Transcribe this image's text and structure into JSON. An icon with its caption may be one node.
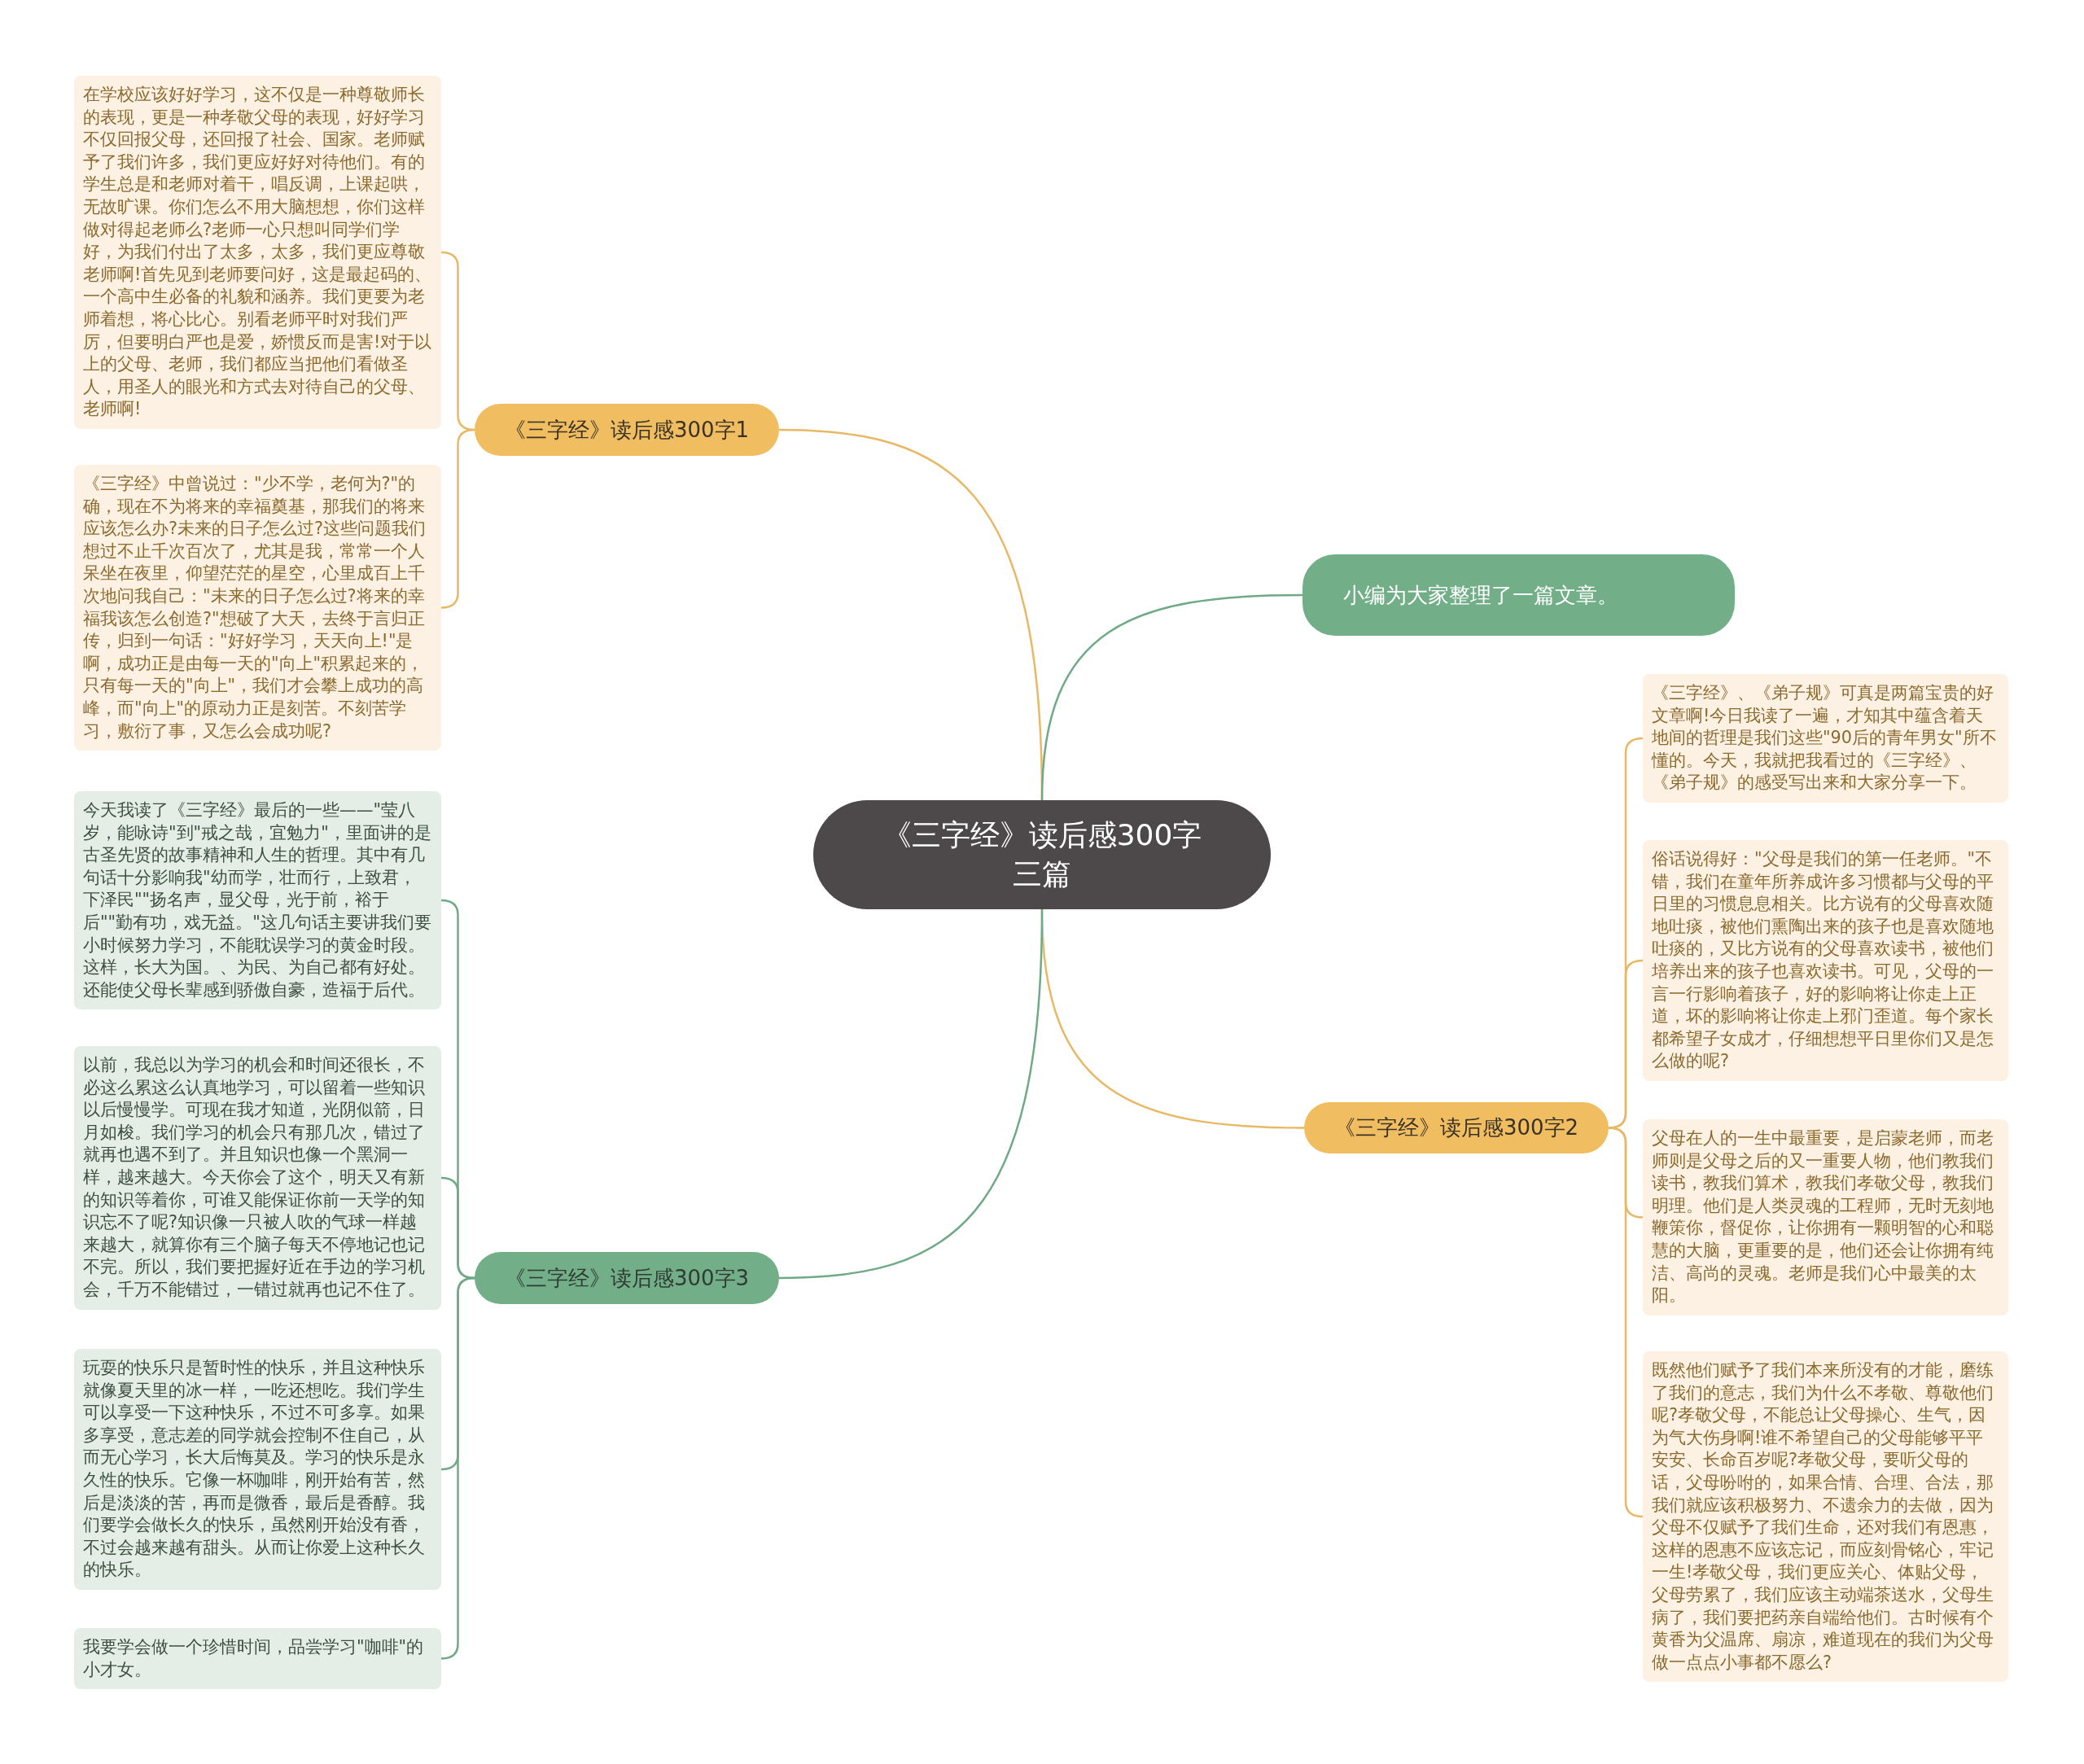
{
  "diagram": {
    "nodes": [
      {
        "text": [
          "《三字经》读后感300字三篇"
        ]
      },
      {
        "text": [
          "《三字经》读后感300字1"
        ]
      },
      {
        "text": [
          "小编为大家整理了一篇文章。"
        ]
      },
      {
        "text": [
          "《三字经》读后感300字2"
        ]
      },
      {
        "text": [
          "《三字经》读后感300字3"
        ]
      },
      {
        "text": [
          "在学校应该好好学习，这不仅是一种尊敬师长的表现，更是一种孝敬父母的表现，好好学习不仅回报父母，还回报了社会、国家。老师赋予了我们许多，我们更应好好对待他们。有的学生总是和老师对着干，唱反调，上课起哄，无故旷课。你们怎么不用大脑想想，你们这样做对得起老师么?老师一心只想叫同学们学好，为我们付出了太多，太多，我们更应尊敬老师啊!首先见到老师要问好，这是最起码的、一个高中生必备的礼貌和涵养。我们更要为老师着想，将心比心。别看老师平时对我们严厉，但要明白严也是爱，娇惯反而是害!对于以上的父母、老师，我们都应当把他们看做圣人，用圣人的眼光和方式去对待自己的父母、老师啊!"
        ]
      },
      {
        "text": [
          "《三字经》中曾说过：\"少不学，老何为?\"的确，现在不为将来的幸福奠基，那我们的将来应该怎么办?未来的日子怎么过?这些问题我们想过不止千次百次了，尤其是我，常常一个人呆坐在夜里，仰望茫茫的星空，心里成百上千次地问我自己：\"未来的日子怎么过?将来的幸福我该怎么创造?\"想破了大天，去终于言归正传，归到一句话：\"好好学习，天天向上!\"是啊，成功正是由每一天的\"向上\"积累起来的，只有每一天的\"向上\"，我们才会攀上成功的高峰，而\"向上\"的原动力正是刻苦。不刻苦学习，敷衍了事，又怎么会成功呢?"
        ]
      },
      {
        "text": [
          "今天我读了《三字经》最后的一些——\"莹八岁，能咏诗\"到\"戒之哉，宜勉力\"，里面讲的是古圣先贤的故事精神和人生的哲理。其中有几句话十分影响我\"幼而学，壮而行，上致君，下泽民\"\"扬名声，显父母，光于前，裕于后\"\"勤有功，戏无益。\"这几句话主要讲我们要小时候努力学习，不能耽误学习的黄金时段。这样，长大为国。、为民、为自己都有好处。还能使父母长辈感到骄傲自豪，造福于后代。"
        ]
      },
      {
        "text": [
          "以前，我总以为学习的机会和时间还很长，不必这么累这么认真地学习，可以留着一些知识以后慢慢学。可现在我才知道，光阴似箭，日月如梭。我们学习的机会只有那几次，错过了就再也遇不到了。并且知识也像一个黑洞一样，越来越大。今天你会了这个，明天又有新的知识等着你，可谁又能保证你前一天学的知识忘不了呢?知识像一只被人吹的气球一样越来越大，就算你有三个脑子每天不停地记也记不完。所以，我们要把握好近在手边的学习机会，千万不能错过，一错过就再也记不住了。"
        ]
      },
      {
        "text": [
          "玩耍的快乐只是暂时性的快乐，并且这种快乐就像夏天里的冰一样，一吃还想吃。我们学生可以享受一下这种快乐，不过不可多享。如果多享受，意志差的同学就会控制不住自己，从而无心学习，长大后悔莫及。学习的快乐是永久性的快乐。它像一杯咖啡，刚开始有苦，然后是淡淡的苦，再而是微香，最后是香醇。我们要学会做长久的快乐，虽然刚开始没有香，不过会越来越有甜头。从而让你爱上这种长久的快乐。"
        ]
      },
      {
        "text": [
          "我要学会做一个珍惜时间，品尝学习\"咖啡\"的小才女。"
        ]
      },
      {
        "text": [
          "《三字经》、《弟子规》可真是两篇宝贵的好文章啊!今日我读了一遍，才知其中蕴含着天地间的哲理是我们这些\"90后的青年男女\"所不懂的。今天，我就把我看过的《三字经》、《弟子规》的感受写出来和大家分享一下。"
        ]
      },
      {
        "text": [
          "俗话说得好：\"父母是我们的第一任老师。\"不错，我们在童年所养成许多习惯都与父母的平日里的习惯息息相关。比方说有的父母喜欢随地吐痰，被他们熏陶出来的孩子也是喜欢随地吐痰的，又比方说有的父母喜欢读书，被他们培养出来的孩子也喜欢读书。可见，父母的一言一行影响着孩子，好的影响将让你走上正道，坏的影响将让你走上邪门歪道。每个家长都希望子女成才，仔细想想平日里你们又是怎么做的呢?"
        ]
      },
      {
        "text": [
          "父母在人的一生中最重要，是启蒙老师，而老师则是父母之后的又一重要人物，他们教我们读书，教我们算术，教我们孝敬父母，教我们明理。他们是人类灵魂的工程师，无时无刻地鞭策你，督促你，让你拥有一颗明智的心和聪慧的大脑，更重要的是，他们还会让你拥有纯洁、高尚的灵魂。老师是我们心中最美的太阳。"
        ]
      },
      {
        "text": [
          "既然他们赋予了我们本来所没有的才能，磨练了我们的意志，我们为什么不孝敬、尊敬他们呢?孝敬父母，不能总让父母操心、生气，因为气大伤身啊!谁不希望自己的父母能够平平安安、长命百岁呢?孝敬父母，要听父母的话，父母吩咐的，如果合情、合理、合法，那我们就应该积极努力、不遗余力的去做，因为父母不仅赋予了我们生命，还对我们有恩惠，这样的恩惠不应该忘记，而应刻骨铭心，牢记一生!孝敬父母，我们更应关心、体贴父母，父母劳累了，我们应该主动端茶送水，父母生病了，我们要把药亲自端给他们。古时候有个黄香为父温席、扇凉，难道现在的我们为父母做一点点小事都不愿么?"
        ]
      }
    ],
    "edges": [
      {
        "from": 0,
        "to": 1,
        "arrow": "none"
      },
      {
        "from": 0,
        "to": 2,
        "arrow": "none",
        "color": "#6fa985"
      },
      {
        "from": 0,
        "to": 3,
        "arrow": "none"
      },
      {
        "from": 0,
        "to": 4,
        "arrow": "none",
        "color": "#6fa985"
      },
      {
        "from": 1,
        "to": 5,
        "arrow": "none"
      },
      {
        "from": 1,
        "to": 6,
        "arrow": "none"
      },
      {
        "from": 3,
        "to": 11,
        "arrow": "none"
      },
      {
        "from": 3,
        "to": 12,
        "arrow": "none"
      },
      {
        "from": 3,
        "to": 13,
        "arrow": "none"
      },
      {
        "from": 3,
        "to": 14,
        "arrow": "none"
      },
      {
        "from": 4,
        "to": 7,
        "arrow": "none",
        "color": "#6fa985"
      },
      {
        "from": 4,
        "to": 8,
        "arrow": "none",
        "color": "#6fa985"
      },
      {
        "from": 4,
        "to": 9,
        "arrow": "none",
        "color": "#6fa985"
      },
      {
        "from": 4,
        "to": 10,
        "arrow": "none",
        "color": "#6fa985"
      }
    ]
  }
}
